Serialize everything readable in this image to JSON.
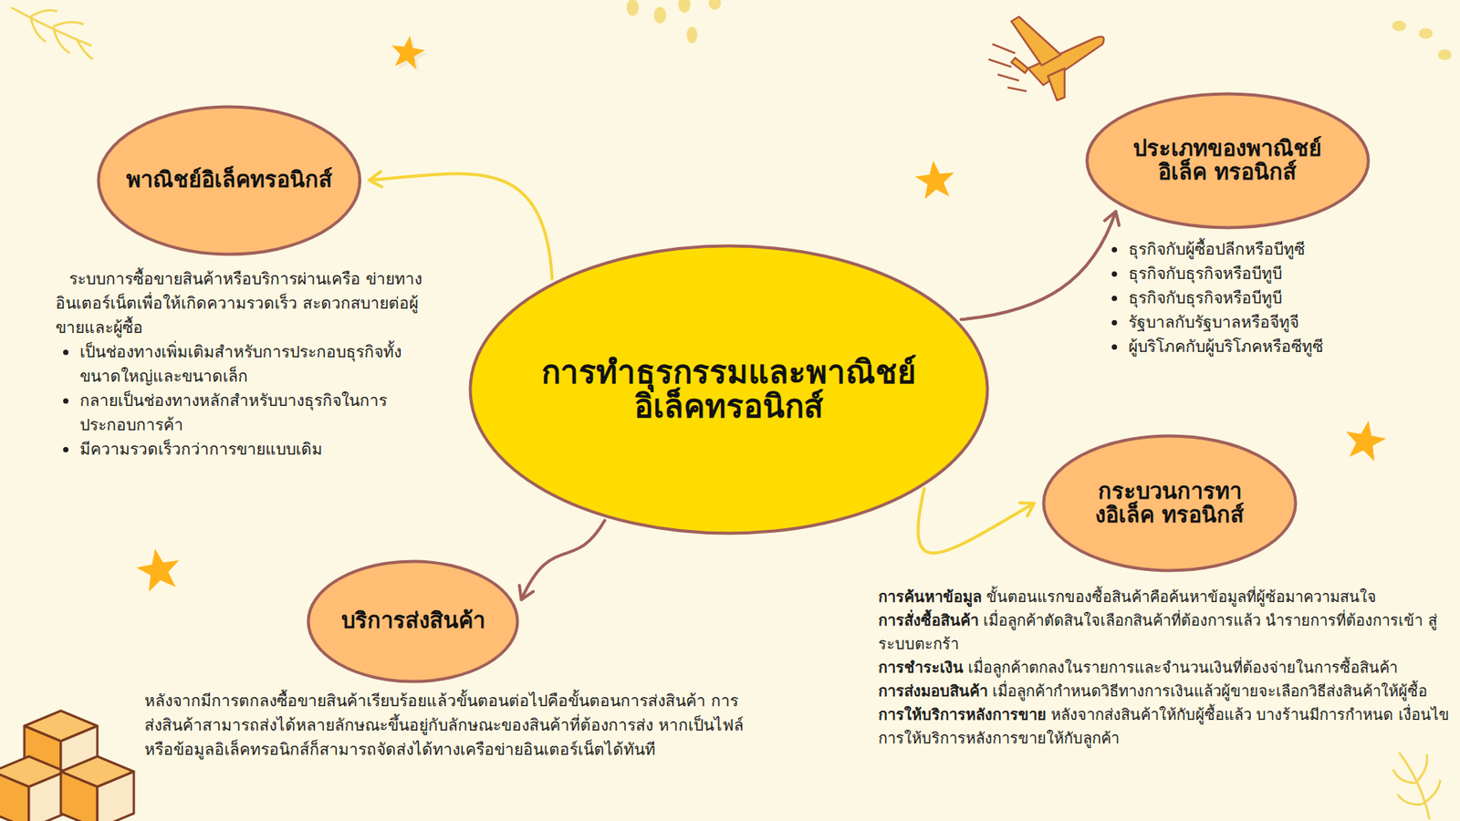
{
  "diagram": {
    "nodes": [
      {
        "text": [
          "การทำธุรกรรมและพาณิชย์ อิเล็คทรอนิกส์"
        ]
      },
      {
        "text": [
          "พาณิชย์อิเล็คทรอนิกส์"
        ]
      },
      {
        "text": [
          "ประเภทของพาณิชย์อิเล็ค ทรอนิกส์"
        ]
      },
      {
        "text": [
          "กระบวนการทางอิเล็ค ทรอนิกส์"
        ]
      },
      {
        "text": [
          "บริการส่งสินค้า"
        ]
      }
    ],
    "edges": [
      {
        "from": 0,
        "to": 1,
        "arrow": "to"
      },
      {
        "from": 0,
        "to": 2,
        "arrow": "to"
      },
      {
        "from": 0,
        "to": 3,
        "arrow": "to"
      },
      {
        "from": 0,
        "to": 4,
        "arrow": "to"
      }
    ],
    "labels": [
      "ระบบการซื้อขายสินค้าหรือบริการผ่านเครือ ข่ายทางอินเตอร์เน็ตเพื่อให้เกิดความรวดเร็ว สะดวกสบายต่อผู้ขายและผู้ซื้อ",
      "เป็นช่องทางเพิ่มเติมสำหรับการประกอบธุรกิจทั้ง ขนาดใหญ่และขนาดเล็ก",
      "กลายเป็นช่องทางหลักสำหรับบางธุรกิจในการ ประกอบการค้า",
      "มีความรวดเร็วกว่าการขายแบบเดิม",
      "ธุรกิจกับผู้ซื้อปลีกหรือบีทูซี",
      "ธุรกิจกับธุรกิจหรือบีทูบี",
      "ธุรกิจกับธุรกิจหรือบีทูบี",
      "รัฐบาลกับรัฐบาลหรือจีทูจี",
      "ผู้บริโภคกับผู้บริโภคหรือซีทูซี",
      "การค้นหาข้อมูล",
      "ขั้นตอนแรกของซื้อสินค้าคือค้นหาข้อมูลที่ผู้ซ้อมาความสนใจ",
      "การสั่งซื้อสินค้า",
      "เมื่อลูกค้าตัดสินใจเลือกสินค้าที่ต้องการแล้ว นำรายการที่ต้องการเข้า สู่ระบบตะกร้า",
      "การชำระเงิน",
      "เมื่อลูกค้าตกลงในรายการและจำนวนเงินที่ต้องจ่ายในการซื้อสินค้า",
      "การส่งมอบสินค้า",
      "เมื่อลูกค้ากำหนดวิธีทางการเงินแล้วผู้ขายจะเลือกวิธีส่งสินค้าให้ผู้ซื้อ",
      "การให้บริการหลังการขาย",
      "หลังจากส่งสินค้าให้กับผู้ซื้อแล้ว บางร้านมีการกำหนด เงื่อนไขการให้บริการหลังการขายให้กับลูกค้า",
      "หลังจากมีการตกลงซื้อขายสินค้าเรียบร้อยแล้วขั้นตอนต่อไปคือขั้นตอนการส่งสินค้า การ ส่งสินค้าสามารถส่งได้หลายลักษณะขึ้นอยู่กับลักษณะของสินค้าที่ต้องการส่ง หากเป็นไฟล์ หรือข้อมูลอิเล็คทรอนิกส์ก็สามารถจัดส่งได้ทางเครือข่ายอินเตอร์เน็ตได้ทันที"
    ]
  }
}
